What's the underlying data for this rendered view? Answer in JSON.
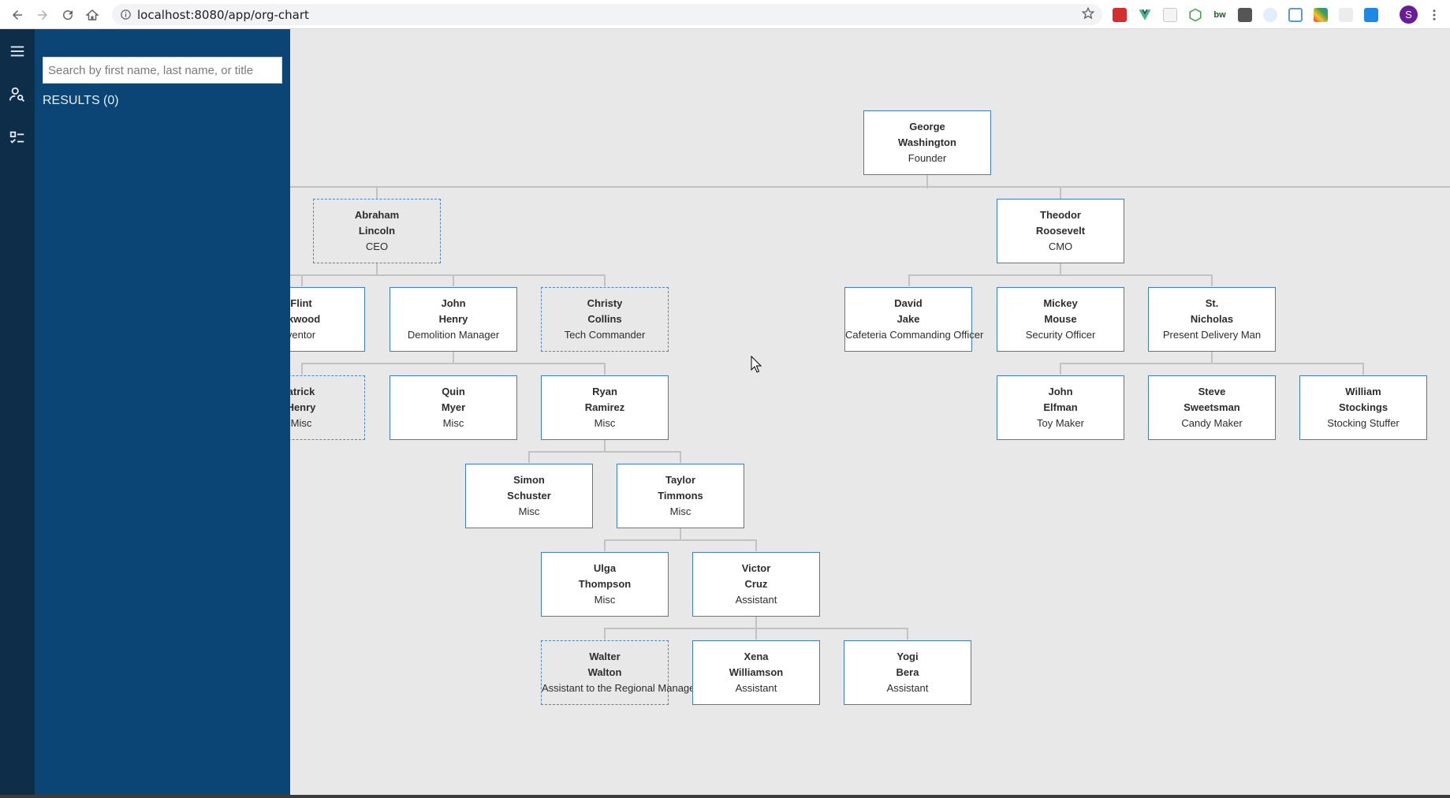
{
  "browser": {
    "url": "localhost:8080/app/org-chart",
    "profile_initial": "S"
  },
  "sidebar": {
    "search_placeholder": "Search by first name, last name, or title",
    "search_value": "",
    "results_label": "RESULTS (0)"
  },
  "icons": {
    "back": "arrow-left-icon",
    "forward": "arrow-right-icon",
    "reload": "reload-icon",
    "home": "home-icon",
    "info": "info-icon",
    "bookmark": "star-icon",
    "menu": "hamburger-icon",
    "person_search": "person-search-icon",
    "checklist": "checklist-icon"
  },
  "colors": {
    "rail": "#0e2d48",
    "panel": "#0b4575",
    "node_border": "#3f7ec3",
    "connector": "#c2c2c2"
  },
  "org": {
    "george": {
      "first": "George",
      "last": "Washington",
      "title": "Founder"
    },
    "abraham": {
      "first": "Abraham",
      "last": "Lincoln",
      "title": "CEO"
    },
    "theodor": {
      "first": "Theodor",
      "last": "Roosevelt",
      "title": "CMO"
    },
    "flint": {
      "first": "Flint",
      "last": "ckwood",
      "title": "ventor"
    },
    "john_henry": {
      "first": "John",
      "last": "Henry",
      "title": "Demolition Manager"
    },
    "christy": {
      "first": "Christy",
      "last": "Collins",
      "title": "Tech Commander"
    },
    "david": {
      "first": "David",
      "last": "Jake",
      "title": "Cafeteria Commanding Officer"
    },
    "mickey": {
      "first": "Mickey",
      "last": "Mouse",
      "title": "Security Officer"
    },
    "nicholas": {
      "first": "St.",
      "last": "Nicholas",
      "title": "Present Delivery Man"
    },
    "patrick": {
      "first": "atrick",
      "last": "Henry",
      "title": "Misc"
    },
    "quin": {
      "first": "Quin",
      "last": "Myer",
      "title": "Misc"
    },
    "ryan": {
      "first": "Ryan",
      "last": "Ramirez",
      "title": "Misc"
    },
    "john_elfman": {
      "first": "John",
      "last": "Elfman",
      "title": "Toy Maker"
    },
    "steve": {
      "first": "Steve",
      "last": "Sweetsman",
      "title": "Candy Maker"
    },
    "william": {
      "first": "William",
      "last": "Stockings",
      "title": "Stocking Stuffer"
    },
    "simon": {
      "first": "Simon",
      "last": "Schuster",
      "title": "Misc"
    },
    "taylor": {
      "first": "Taylor",
      "last": "Timmons",
      "title": "Misc"
    },
    "ulga": {
      "first": "Ulga",
      "last": "Thompson",
      "title": "Misc"
    },
    "victor": {
      "first": "Victor",
      "last": "Cruz",
      "title": "Assistant"
    },
    "walter": {
      "first": "Walter",
      "last": "Walton",
      "title": "Assistant to the Regional Manager"
    },
    "xena": {
      "first": "Xena",
      "last": "Williamson",
      "title": "Assistant"
    },
    "yogi": {
      "first": "Yogi",
      "last": "Bera",
      "title": "Assistant"
    }
  }
}
